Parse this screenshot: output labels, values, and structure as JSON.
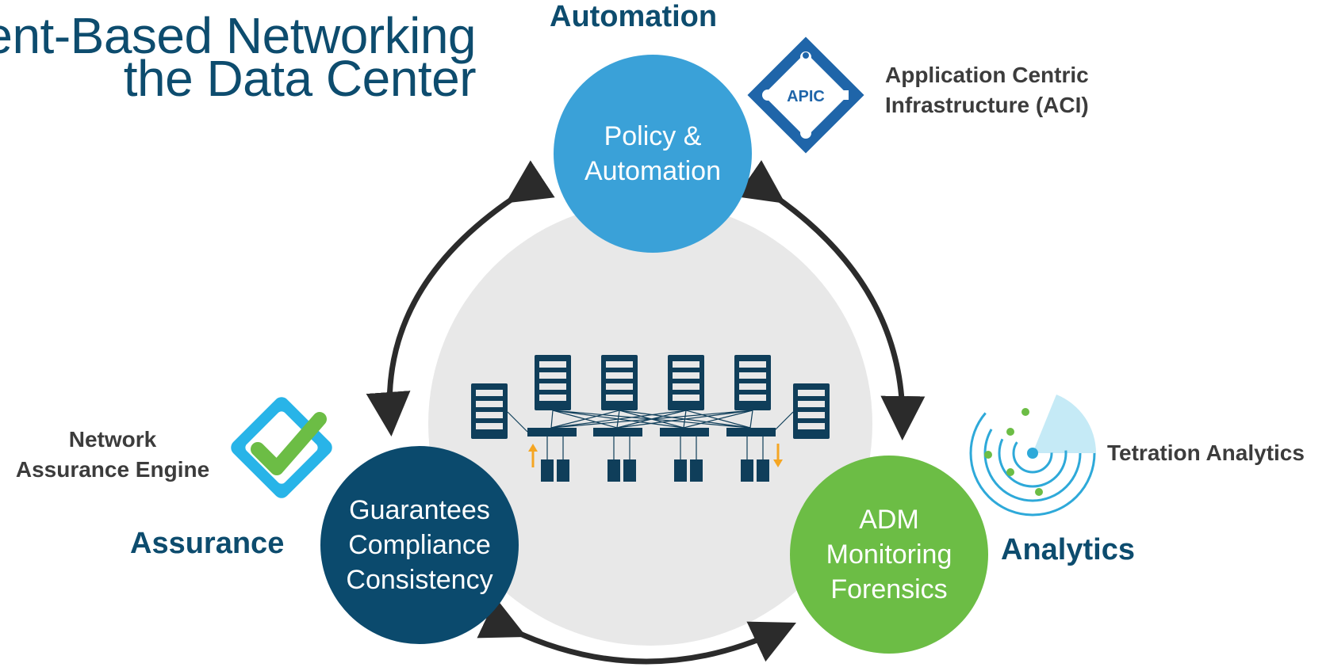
{
  "title": {
    "line1": "ent-Based Networking",
    "line2": "the Data Center"
  },
  "pillars": {
    "automation": "Automation",
    "assurance": "Assurance",
    "analytics": "Analytics"
  },
  "nodes": {
    "policy": [
      "Policy &",
      "Automation"
    ],
    "assurance": [
      "Guarantees",
      "Compliance",
      "Consistency"
    ],
    "analytics": [
      "ADM",
      "Monitoring",
      "Forensics"
    ]
  },
  "products": {
    "aci": [
      "Application Centric",
      "Infrastructure (ACI)"
    ],
    "apic_badge": "APIC",
    "nae": [
      "Network",
      "Assurance Engine"
    ],
    "tetration": "Tetration Analytics"
  },
  "colors": {
    "policy": "#3aa1d8",
    "assurance": "#0b4a6d",
    "analytics": "#6cbd45",
    "hub": "#e8e8e8",
    "heading": "#0d4c6e",
    "arrow": "#2b2b2b",
    "orange": "#f5a623"
  },
  "icons": {
    "aci": "apic-diamond-icon",
    "nae": "checkmark-icon",
    "tetration": "radar-icon",
    "datacenter": "server-fabric-icon"
  }
}
